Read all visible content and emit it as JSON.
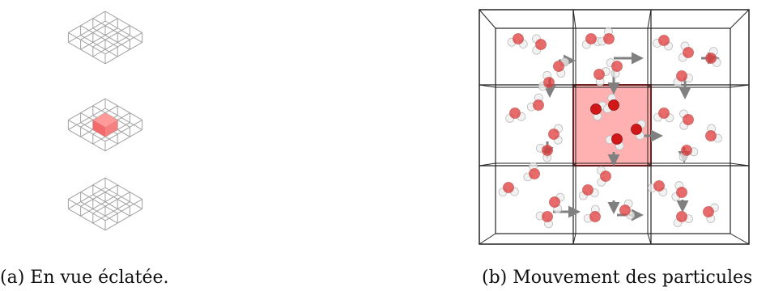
{
  "captions": {
    "a": "(a) En vue éclatée.",
    "b": "(b) Mouvement des particules"
  },
  "colors": {
    "highlight": "#ff7070",
    "oxygen": "#e03a3a",
    "hydrogen": "#eeeeee",
    "arrow": "#808080",
    "grid_line": "#a0a0a0",
    "box_line": "#222222"
  },
  "panel_a": {
    "layers": 3,
    "grid": "3x3",
    "highlighted_cell": "center of middle layer"
  },
  "panel_b": {
    "grid": "3x3",
    "highlighted_cell": "center"
  }
}
